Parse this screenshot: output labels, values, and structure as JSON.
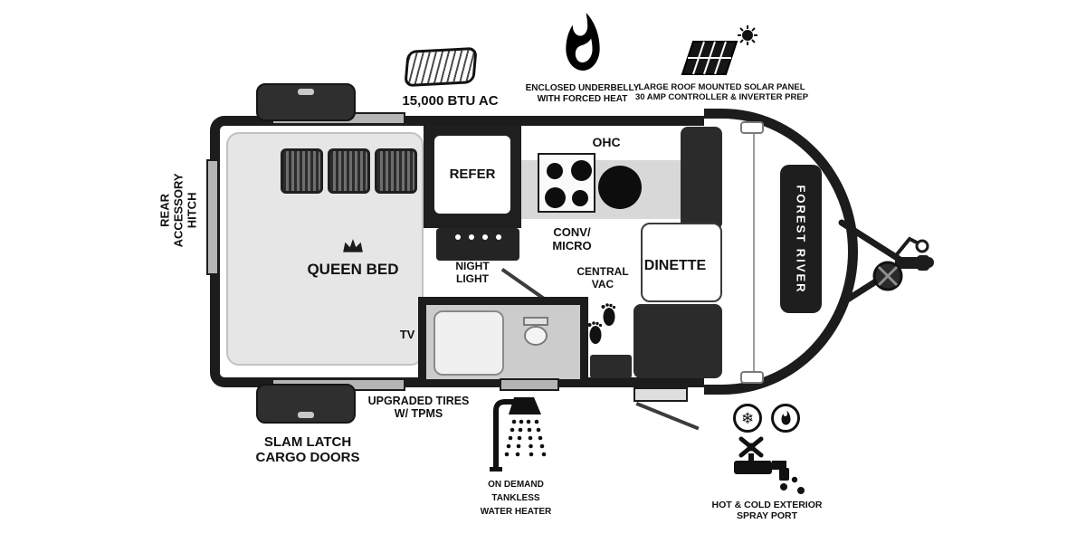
{
  "brand": {
    "name": "FOREST RIVER"
  },
  "features": {
    "ac": {
      "label": "15,000 BTU AC"
    },
    "underbelly": {
      "line1": "ENCLOSED UNDERBELLY",
      "line2": "WITH FORCED HEAT"
    },
    "solar": {
      "line1": "LARGE ROOF MOUNTED SOLAR PANEL",
      "line2": "30 AMP CONTROLLER & INVERTER PREP"
    },
    "rear_hitch": {
      "line1": "REAR",
      "line2": "ACCESSORY",
      "line3": "HITCH"
    },
    "slam_latch": {
      "line1": "SLAM LATCH",
      "line2": "CARGO DOORS"
    },
    "tires": {
      "line1": "UPGRADED TIRES",
      "line2": "W/ TPMS"
    },
    "water_heater": {
      "line1": "ON DEMAND",
      "line2": "TANKLESS",
      "line3": "WATER HEATER"
    },
    "spray_port": {
      "line1": "HOT & COLD EXTERIOR",
      "line2": "SPRAY PORT"
    }
  },
  "rooms": {
    "queen_bed": "QUEEN BED",
    "refer": "REFER",
    "ohc": "OHC",
    "conv_micro": {
      "line1": "CONV/",
      "line2": "MICRO"
    },
    "night_light": {
      "line1": "NIGHT",
      "line2": "LIGHT"
    },
    "central_vac": {
      "line1": "CENTRAL",
      "line2": "VAC"
    },
    "dinette": "DINETTE",
    "tv": "TV"
  },
  "icons": {
    "snowflake_glyph": "❄"
  },
  "colors": {
    "wall": "#1c1c1c",
    "furniture": "#2b2b2b",
    "counter": "#d8d8d8",
    "bed": "#e6e6e6",
    "text": "#111111",
    "background": "#ffffff"
  }
}
